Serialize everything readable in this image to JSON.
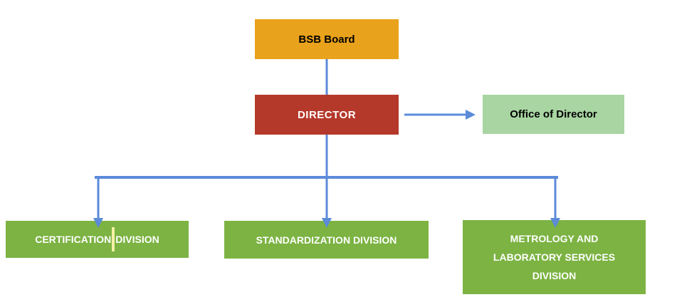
{
  "colors": {
    "connector": "#5B8BD9",
    "board_fill": "#E9A21B",
    "director_fill": "#B4392B",
    "office_fill": "#A8D5A2",
    "division_fill": "#7CB342",
    "caret": "#F6F0A6",
    "text_dark": "#000000",
    "text_light": "#FFFFFF"
  },
  "nodes": {
    "board": {
      "label": "BSB Board"
    },
    "director": {
      "label": "DIRECTOR"
    },
    "office": {
      "label": "Office of Director"
    },
    "certification": {
      "word1": "CERTIFICATION",
      "word2": "DIVISION"
    },
    "standardization": {
      "label": "STANDARDIZATION DIVISION"
    },
    "metrology": {
      "line1": "METROLOGY AND",
      "line2": "LABORATORY SERVICES",
      "line3": "DIVISION"
    }
  }
}
